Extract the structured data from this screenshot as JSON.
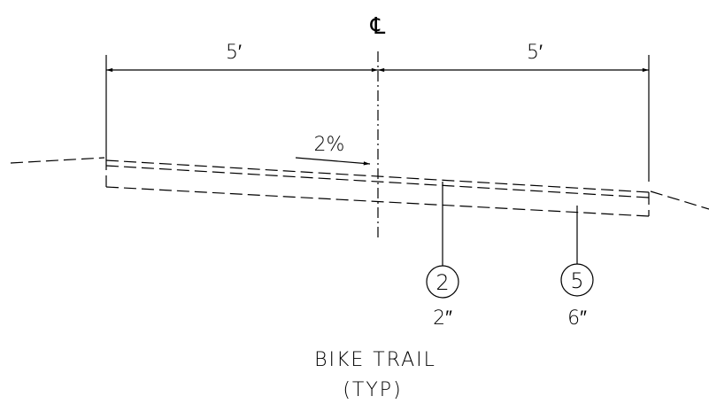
{
  "drawing": {
    "centerline_symbol": "℄",
    "dim_left": "5′",
    "dim_right": "5′",
    "slope": "2%",
    "callout_1": {
      "id": "2",
      "thickness": "2″"
    },
    "callout_2": {
      "id": "5",
      "thickness": "6″"
    },
    "title": "BIKE TRAIL",
    "subtitle": "(TYP)"
  }
}
